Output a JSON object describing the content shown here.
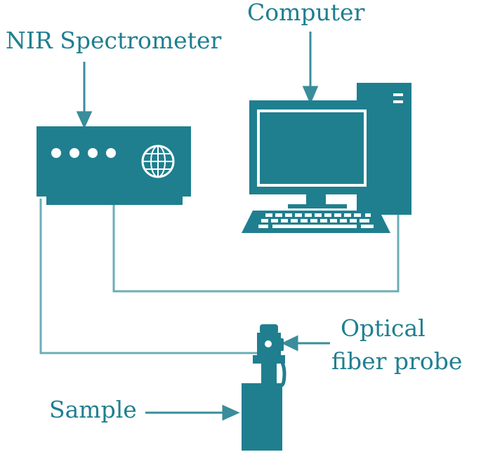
{
  "labels": {
    "spectrometer": "NIR Spectrometer",
    "computer": "Computer",
    "probe_line1": "Optical",
    "probe_line2": "fiber probe",
    "sample": "Sample"
  },
  "colors": {
    "primary": "#1f7f8f",
    "outline": "#4a9fab",
    "screen_light": "#d9eef1",
    "background": "#ffffff"
  },
  "icons": {
    "spectrometer": "spectrometer-device-icon",
    "computer": "desktop-computer-icon",
    "probe": "fiber-probe-icon",
    "sample": "sample-container-icon"
  }
}
